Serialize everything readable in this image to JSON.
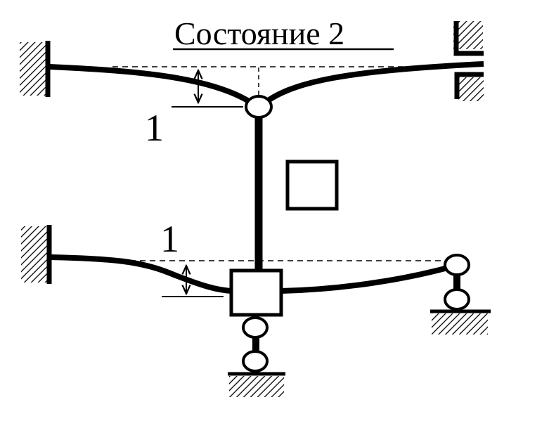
{
  "diagram": {
    "title": "Состояние 2",
    "upper_deflection_label": "1",
    "lower_deflection_label": "1"
  }
}
